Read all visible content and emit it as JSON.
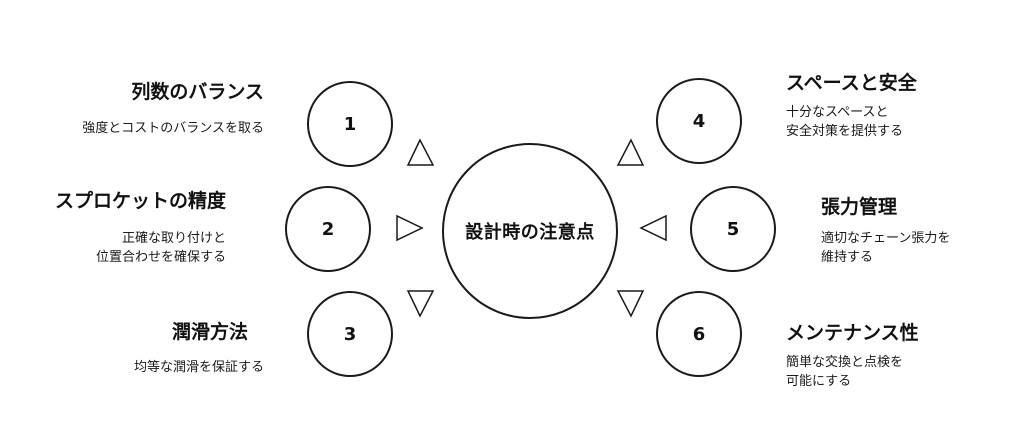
{
  "center": {
    "label": "設計時の注意点"
  },
  "items": [
    {
      "number": "1",
      "title": "列数のバランス",
      "desc": [
        "強度とコストのバランスを取る"
      ]
    },
    {
      "number": "2",
      "title": "スプロケットの精度",
      "desc": [
        "正確な取り付けと",
        "位置合わせを確保する"
      ]
    },
    {
      "number": "3",
      "title": "潤滑方法",
      "desc": [
        "均等な潤滑を保証する"
      ]
    },
    {
      "number": "4",
      "title": "スペースと安全",
      "desc": [
        "十分なスペースと",
        "安全対策を提供する"
      ]
    },
    {
      "number": "5",
      "title": "張力管理",
      "desc": [
        "適切なチェーン張力を",
        "維持する"
      ]
    },
    {
      "number": "6",
      "title": "メンテナンス性",
      "desc": [
        "簡単な交換と点検を",
        "可能にする"
      ]
    }
  ],
  "colors": {
    "stroke": "#1a1a1a",
    "background": "#ffffff",
    "text": "#111111"
  }
}
